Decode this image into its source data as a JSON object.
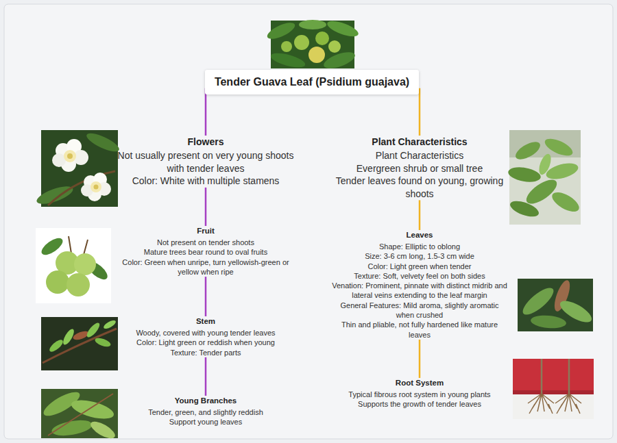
{
  "diagram": {
    "nodes": [
      {
        "text": [
          "Tender Guava Leaf (Psidium guajava)"
        ]
      },
      {
        "text": [
          "Flowers",
          "Not usually present on very young shoots with tender leaves",
          "Color: White with multiple stamens"
        ]
      },
      {
        "text": [
          "Fruit",
          "Not present on tender shoots",
          "Mature trees bear round to oval fruits",
          "Color: Green when unripe, turn yellowish-green or yellow when ripe"
        ]
      },
      {
        "text": [
          "Stem",
          "Woody, covered with young tender leaves",
          "Color: Light green or reddish when young",
          "Texture: Tender parts"
        ]
      },
      {
        "text": [
          "Young Branches",
          "Tender, green, and slightly reddish",
          "Support young leaves"
        ]
      },
      {
        "text": [
          "Plant Characteristics",
          "Plant Characteristics",
          "Evergreen shrub or small tree",
          "Tender leaves found on young, growing shoots"
        ]
      },
      {
        "text": [
          "Leaves",
          "Shape: Elliptic to oblong",
          "Size: 3-6 cm long, 1.5-3 cm wide",
          "Color: Light green when tender",
          "Texture: Soft, velvety feel on both sides",
          "Venation: Prominent, pinnate with distinct midrib and lateral veins extending to the leaf margin",
          "General Features: Mild aroma, slightly aromatic when crushed",
          "Thin and pliable, not fully hardened like mature leaves"
        ]
      },
      {
        "text": [
          "Root System",
          "Typical fibrous root system in young plants",
          "Supports the growth of tender leaves"
        ]
      }
    ],
    "edges": [
      {
        "from": 0,
        "to": 1,
        "arrow": "none"
      },
      {
        "from": 1,
        "to": 2,
        "arrow": "none"
      },
      {
        "from": 2,
        "to": 3,
        "arrow": "none"
      },
      {
        "from": 3,
        "to": 4,
        "arrow": "none"
      },
      {
        "from": 0,
        "to": 5,
        "arrow": "none"
      },
      {
        "from": 5,
        "to": 6,
        "arrow": "none"
      },
      {
        "from": 6,
        "to": 7,
        "arrow": "none"
      }
    ]
  }
}
